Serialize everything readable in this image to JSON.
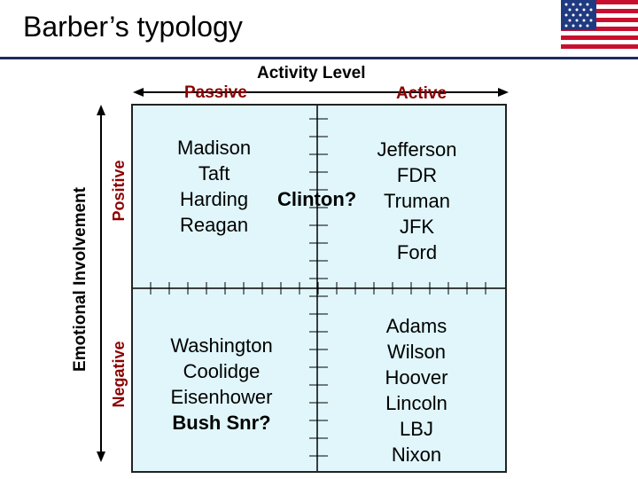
{
  "title": "Barber’s typology",
  "colors": {
    "title_rule": "#1a2b5e",
    "quadrant_fill": "#e0f6fb",
    "axis_label": "#8b0000"
  },
  "axes": {
    "activity_level": "Activity Level",
    "passive": "Passive",
    "active": "Active",
    "emotional_involvement": "Emotional Involvement",
    "positive": "Positive",
    "negative": "Negative"
  },
  "quadrants": {
    "passive_positive": [
      "Madison",
      "Taft",
      "Harding",
      "Reagan"
    ],
    "active_positive": [
      "Jefferson",
      "FDR",
      "Truman",
      "JFK",
      "Ford"
    ],
    "active_positive_marker": "Clinton?",
    "passive_negative": [
      "Washington",
      "Coolidge",
      "Eisenhower",
      "Bush Snr?"
    ],
    "active_negative": [
      "Adams",
      "Wilson",
      "Hoover",
      "Lincoln",
      "LBJ",
      "Nixon"
    ]
  },
  "flag_icon": "us-flag-icon"
}
